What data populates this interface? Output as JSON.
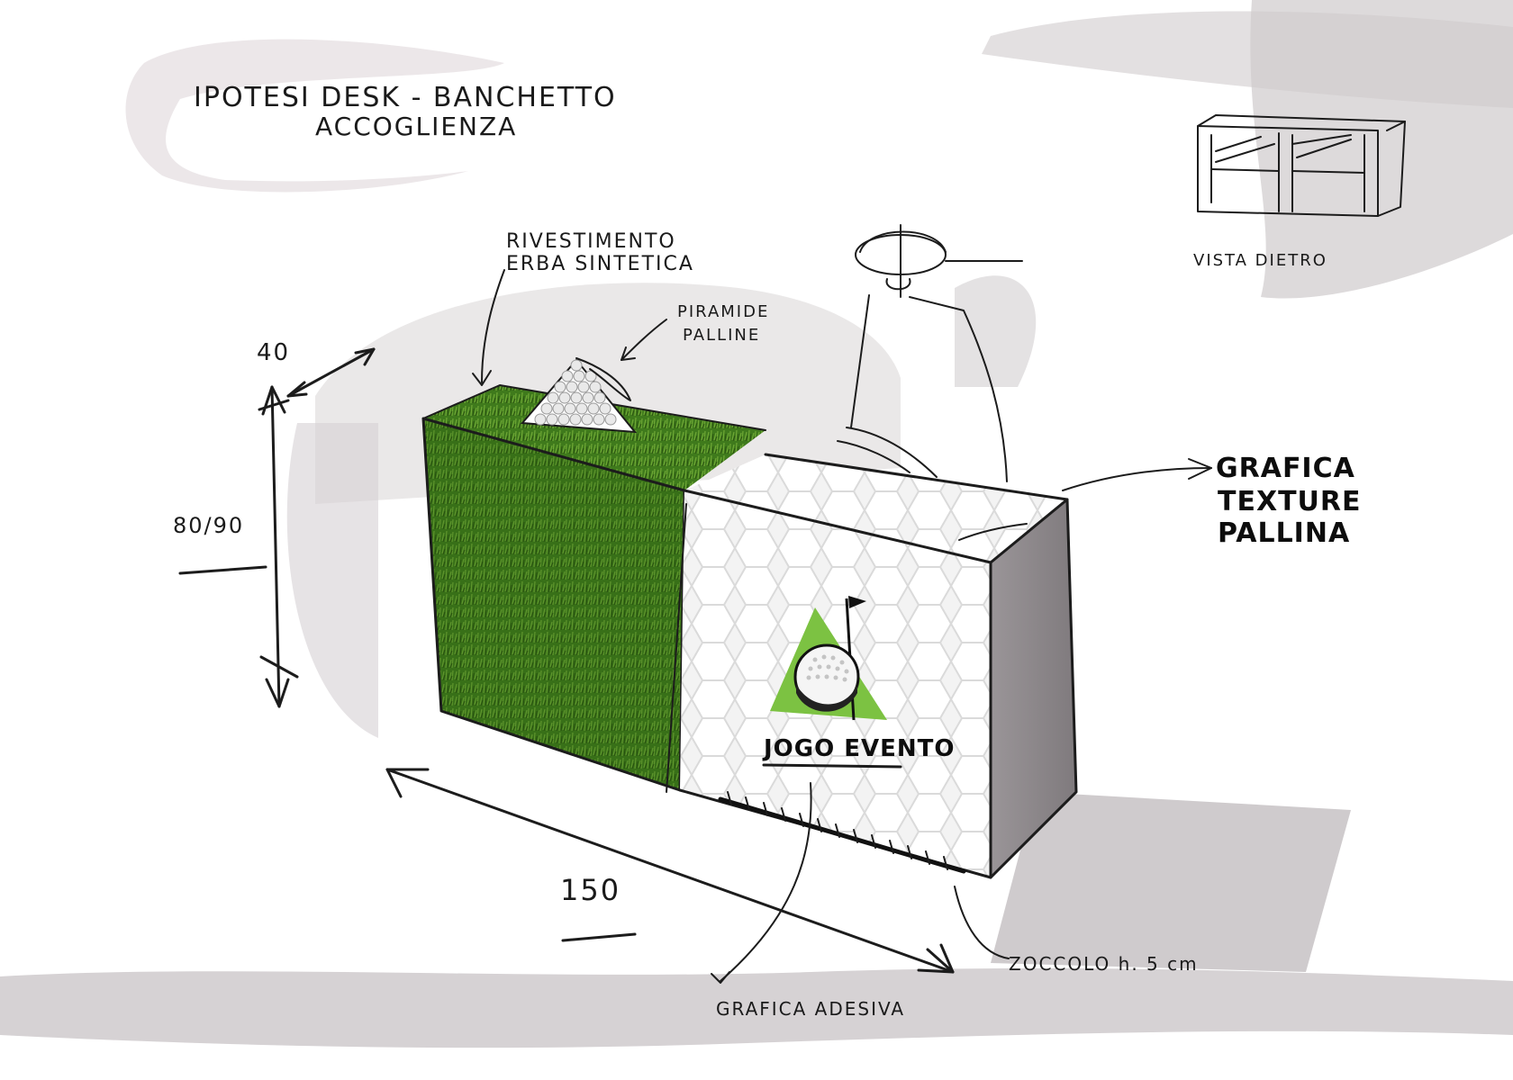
{
  "title": {
    "line1": "IPOTESI DESK - BANCHETTO",
    "line2": "ACCOGLIENZA"
  },
  "annotations": {
    "grass_line1": "RIVESTIMENTO",
    "grass_line2": "ERBA SINTETICA",
    "pyramid_line1": "PIRAMIDE",
    "pyramid_line2": "PALLINE",
    "graphic_line1": "GRAFICA",
    "graphic_line2": "TEXTURE",
    "graphic_line3": "PALLINA",
    "rear_view": "VISTA DIETRO",
    "adhesive": "GRAFICA ADESIVA",
    "plinth": "ZOCCOLO h. 5 cm",
    "logo_text": "JOGO EVENTO"
  },
  "dimensions": {
    "depth": "40",
    "height": "80/90",
    "width": "150"
  },
  "colors": {
    "grass_dark": "#2f5a16",
    "grass_mid": "#4d8a22",
    "grass_light": "#7fb23c",
    "ball_white": "#f4f4f4",
    "ball_shade": "#d8d8d8",
    "side_gray": "#8f8b8e",
    "shadow_gray": "#cfcacc",
    "logo_green": "#7cc242",
    "ink": "#1c1c1c"
  },
  "icons": {
    "logo": "golf-ball-flag-icon",
    "chair": "bar-stool-icon",
    "cabinet": "rear-cabinet-icon"
  }
}
